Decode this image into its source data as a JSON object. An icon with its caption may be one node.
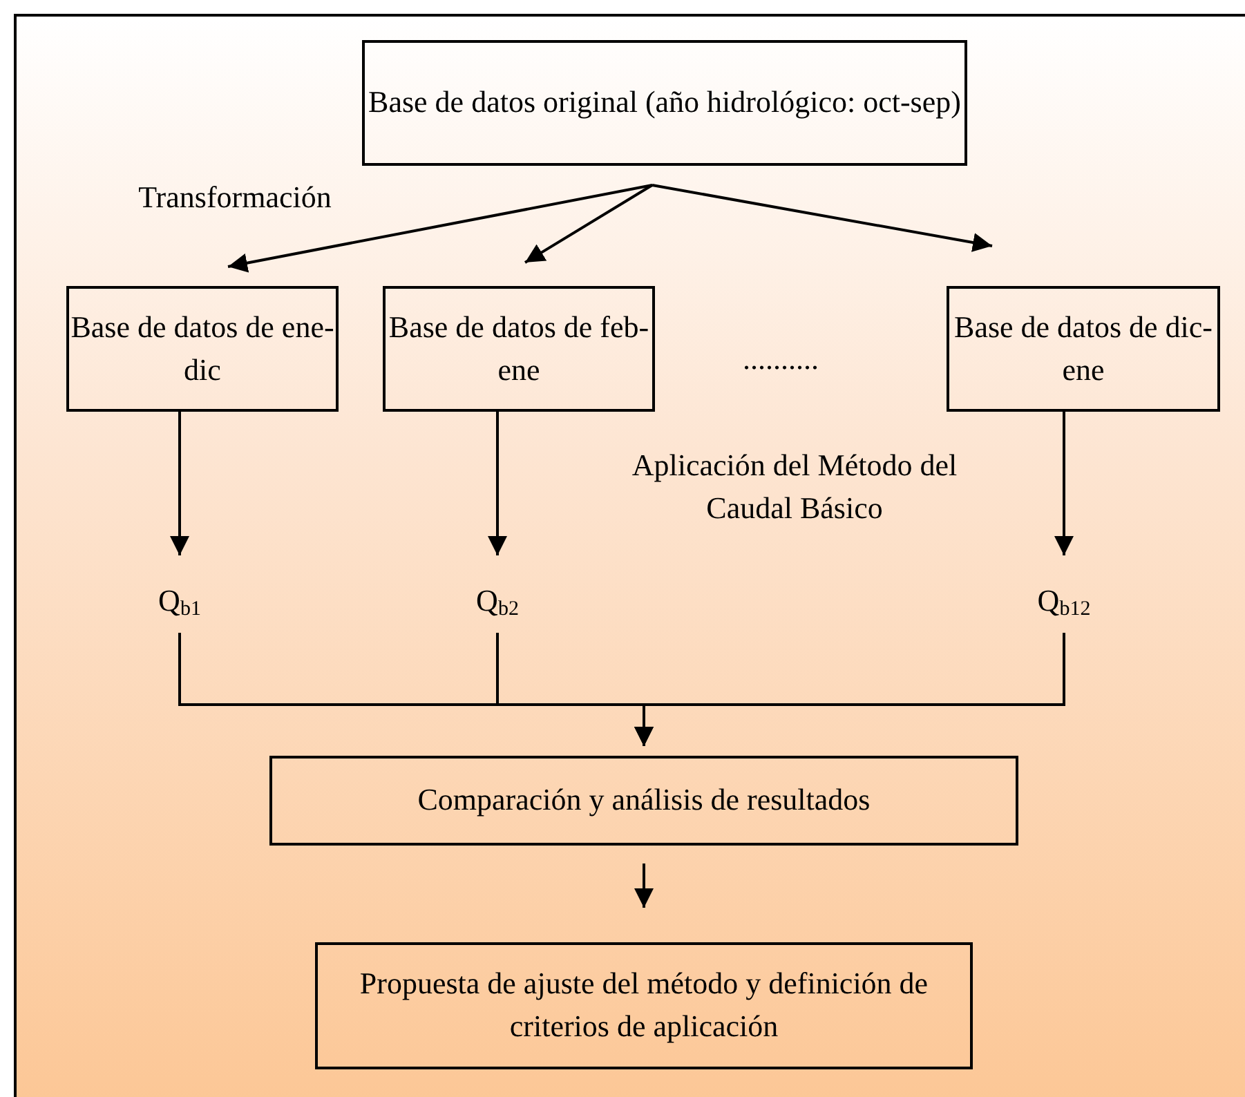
{
  "diagram": {
    "nodes": [
      {
        "text": [
          "Base de datos original (año hidrológico: oct-sep)"
        ]
      },
      {
        "text": [
          "Base de datos de ene-dic"
        ]
      },
      {
        "text": [
          "Base de datos de feb-ene"
        ]
      },
      {
        "text": [
          "Base de datos de dic-ene"
        ]
      },
      {
        "text": [
          "Q$_{b1}$"
        ]
      },
      {
        "text": [
          "Q$_{b2}$"
        ]
      },
      {
        "text": [
          "Q$_{b12}$"
        ]
      },
      {
        "text": [
          "Comparación y análisis de resultados"
        ]
      },
      {
        "text": [
          "Propuesta de ajuste del método y definición de criterios de aplicación"
        ]
      }
    ],
    "edges": [
      {
        "from": 0,
        "to": 1,
        "arrow": "to"
      },
      {
        "from": 0,
        "to": 2,
        "arrow": "to"
      },
      {
        "from": 0,
        "to": 3,
        "arrow": "to"
      },
      {
        "from": 1,
        "to": 4,
        "arrow": "to"
      },
      {
        "from": 2,
        "to": 5,
        "arrow": "to"
      },
      {
        "from": 3,
        "to": 6,
        "arrow": "to"
      },
      {
        "from": 4,
        "to": 7,
        "arrow": "to"
      },
      {
        "from": 5,
        "to": 7,
        "arrow": "to"
      },
      {
        "from": 6,
        "to": 7,
        "arrow": "to"
      },
      {
        "from": 7,
        "to": 8,
        "arrow": "to"
      }
    ],
    "labels": [
      "Transformación",
      "..........",
      "Aplicación del Método del Caudal Básico"
    ]
  }
}
